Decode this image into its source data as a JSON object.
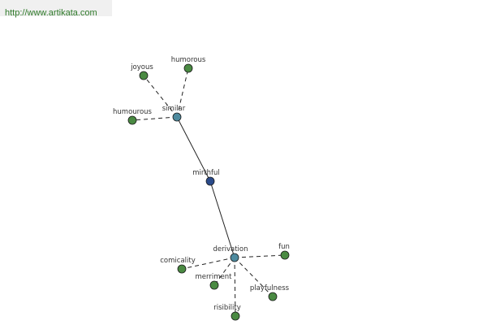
{
  "header": {
    "url": "http://www.artikata.com"
  },
  "colors": {
    "node_word": "#4a8a42",
    "node_hub": "#4e8a9e",
    "node_center": "#2a4a8a",
    "node_stroke": "#1a1a1a",
    "edge": "#222222",
    "url_bg": "#f0f0f0",
    "url_text": "#2f7a2a"
  },
  "graph": {
    "center": {
      "label": "mirthful"
    },
    "hubs": [
      {
        "label": "similar"
      },
      {
        "label": "derivation"
      }
    ],
    "similar_words": [
      {
        "label": "joyous"
      },
      {
        "label": "humorous"
      },
      {
        "label": "humourous"
      }
    ],
    "derivation_words": [
      {
        "label": "fun"
      },
      {
        "label": "comicality"
      },
      {
        "label": "merriment"
      },
      {
        "label": "playfulness"
      },
      {
        "label": "risibility"
      }
    ]
  }
}
